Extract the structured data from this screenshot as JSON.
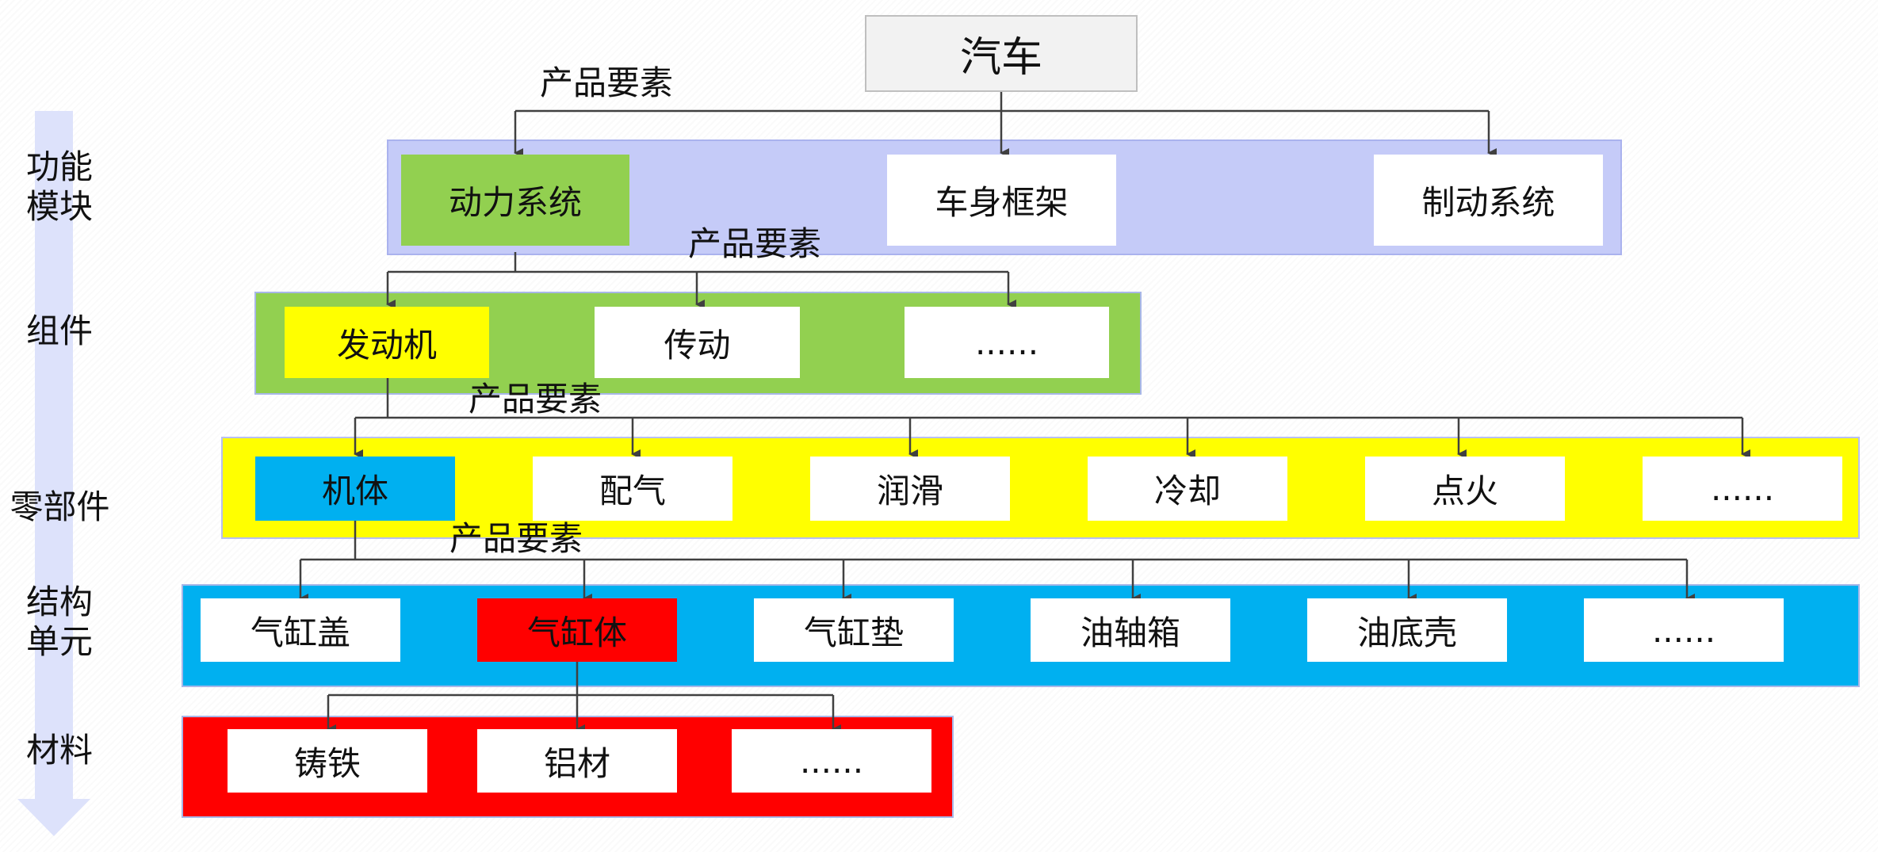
{
  "root": {
    "label": "汽车"
  },
  "edge_label": "产品要素",
  "levels": [
    {
      "lines": [
        "功能",
        "模块"
      ]
    },
    {
      "lines": [
        "组件"
      ]
    },
    {
      "lines": [
        "零部件"
      ]
    },
    {
      "lines": [
        "结构",
        "单元"
      ]
    },
    {
      "lines": [
        "材料"
      ]
    }
  ],
  "rows": [
    {
      "band_color": "#c5cbf8",
      "items": [
        {
          "label": "动力系统",
          "color": "#92d050",
          "highlighted": true
        },
        {
          "label": "车身框架",
          "color": "#ffffff"
        },
        {
          "label": "制动系统",
          "color": "#ffffff"
        }
      ]
    },
    {
      "band_color": "#92d050",
      "items": [
        {
          "label": "发动机",
          "color": "#ffff00",
          "highlighted": true
        },
        {
          "label": "传动",
          "color": "#ffffff"
        },
        {
          "label": "......",
          "color": "#ffffff"
        }
      ]
    },
    {
      "band_color": "#ffff00",
      "items": [
        {
          "label": "机体",
          "color": "#00b0f0",
          "highlighted": true
        },
        {
          "label": "配气",
          "color": "#ffffff"
        },
        {
          "label": "润滑",
          "color": "#ffffff"
        },
        {
          "label": "冷却",
          "color": "#ffffff"
        },
        {
          "label": "点火",
          "color": "#ffffff"
        },
        {
          "label": "......",
          "color": "#ffffff"
        }
      ]
    },
    {
      "band_color": "#00b0f0",
      "items": [
        {
          "label": "气缸盖",
          "color": "#ffffff"
        },
        {
          "label": "气缸体",
          "color": "#ff0000",
          "highlighted": true
        },
        {
          "label": "气缸垫",
          "color": "#ffffff"
        },
        {
          "label": "油轴箱",
          "color": "#ffffff"
        },
        {
          "label": "油底壳",
          "color": "#ffffff"
        },
        {
          "label": "......",
          "color": "#ffffff"
        }
      ]
    },
    {
      "band_color": "#ff0000",
      "items": [
        {
          "label": "铸铁",
          "color": "#ffffff"
        },
        {
          "label": "铝材",
          "color": "#ffffff"
        },
        {
          "label": "......",
          "color": "#ffffff"
        }
      ]
    }
  ],
  "colors": {
    "root_fill": "#f2f2f2",
    "root_border": "#bfbfbf",
    "level_arrow": "#dde2fb",
    "connector": "#404040"
  }
}
